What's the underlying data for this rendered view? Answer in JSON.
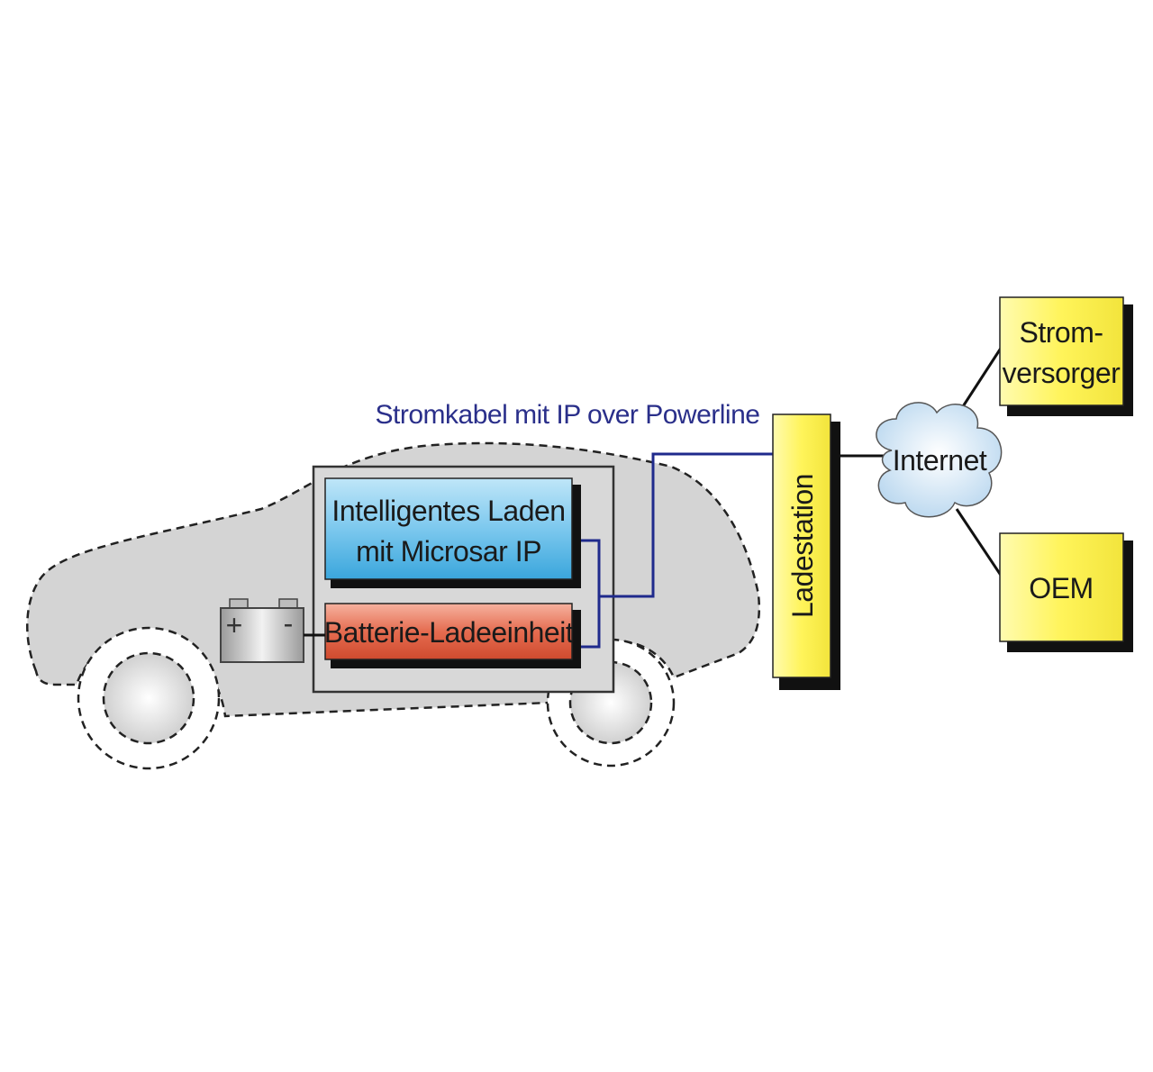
{
  "diagram": {
    "cable_label": "Stromkabel mit IP over Powerline",
    "smart_charging": {
      "line1": "Intelligentes Laden",
      "line2": "mit Microsar IP"
    },
    "battery_charger": "Batterie-Ladeeinheit",
    "battery": {
      "plus": "+",
      "minus": "-"
    },
    "charging_station": "Ladestation",
    "internet": "Internet",
    "power_supplier": {
      "line1": "Strom-",
      "line2": "versorger"
    },
    "oem": "OEM",
    "colors": {
      "car_body": "#d3d3d3",
      "blue_box": "#5fbde6",
      "red_box": "#e0634a",
      "yellow_box": "#fff44a",
      "cloud": "#cfe2f3",
      "cable": "#1f2a8c"
    }
  }
}
